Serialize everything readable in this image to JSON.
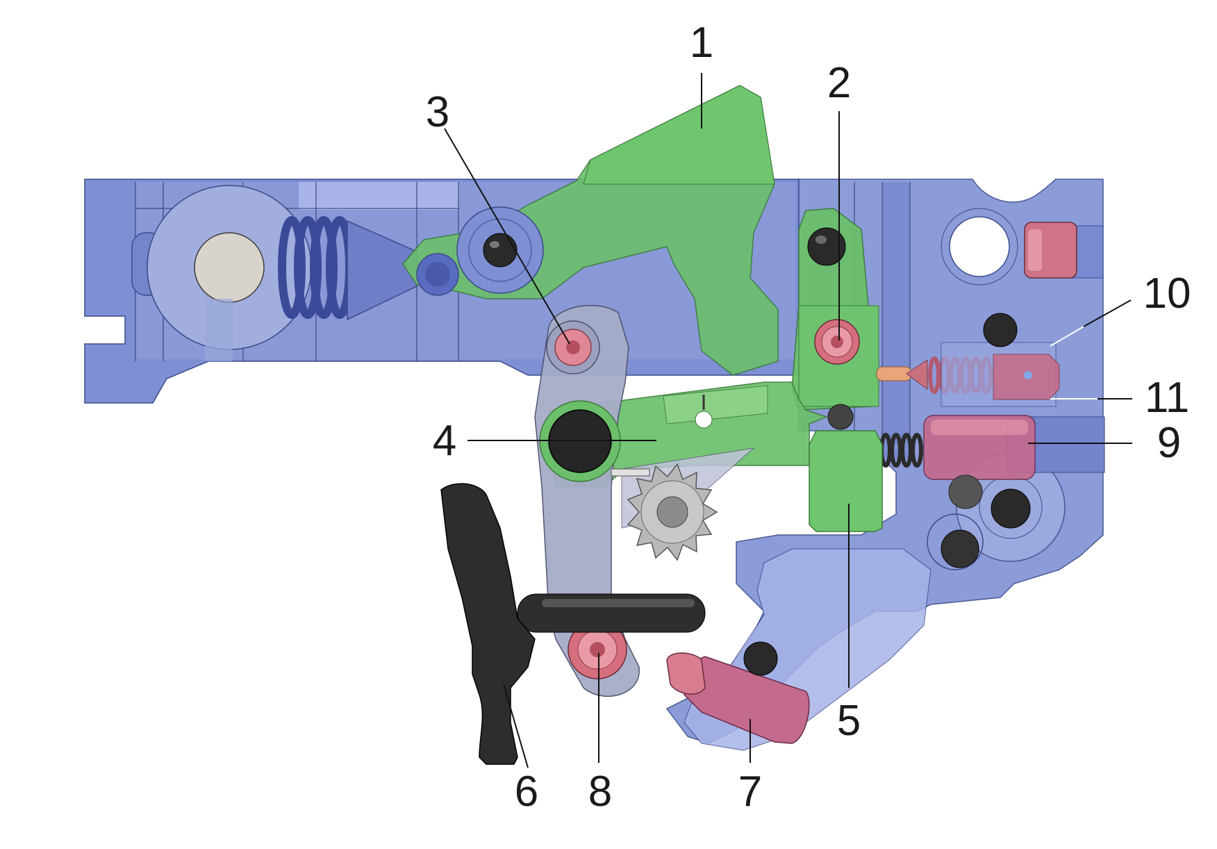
{
  "diagram": {
    "description_type": "trigger-mechanism-cross-section",
    "callouts": [
      {
        "id": "1",
        "label": "1"
      },
      {
        "id": "2",
        "label": "2"
      },
      {
        "id": "3",
        "label": "3"
      },
      {
        "id": "4",
        "label": "4"
      },
      {
        "id": "5",
        "label": "5"
      },
      {
        "id": "6",
        "label": "6"
      },
      {
        "id": "7",
        "label": "7"
      },
      {
        "id": "8",
        "label": "8"
      },
      {
        "id": "9",
        "label": "9"
      },
      {
        "id": "10",
        "label": "10"
      },
      {
        "id": "11",
        "label": "11"
      }
    ],
    "colors": {
      "housing": "#7e8fd3",
      "housing_dark": "#6877c4",
      "housing_light": "#aab6e6",
      "green_part": "#6fc46a",
      "green_dark": "#4aa64a",
      "grey_link": "#a6acc8",
      "pink_screw": "#e58a98",
      "black_part": "#2b2b2b",
      "spring": "#4a5aa8"
    }
  }
}
